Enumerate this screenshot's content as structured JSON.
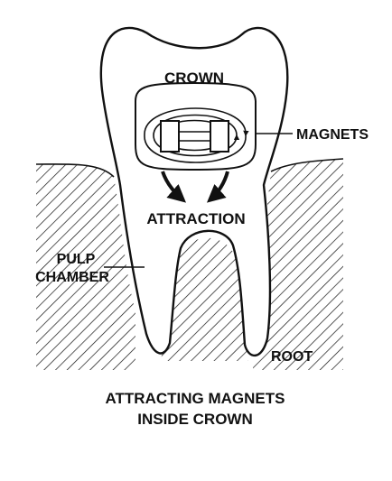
{
  "labels": {
    "crown": "CROWN",
    "magnets": "MAGNETS",
    "attraction": "ATTRACTION",
    "pulp_line1": "PULP",
    "pulp_line2": "CHAMBER",
    "root": "ROOT"
  },
  "caption": {
    "line1": "ATTRACTING MAGNETS",
    "line2": "INSIDE CROWN"
  },
  "colors": {
    "ink": "#111111",
    "background": "#ffffff"
  }
}
